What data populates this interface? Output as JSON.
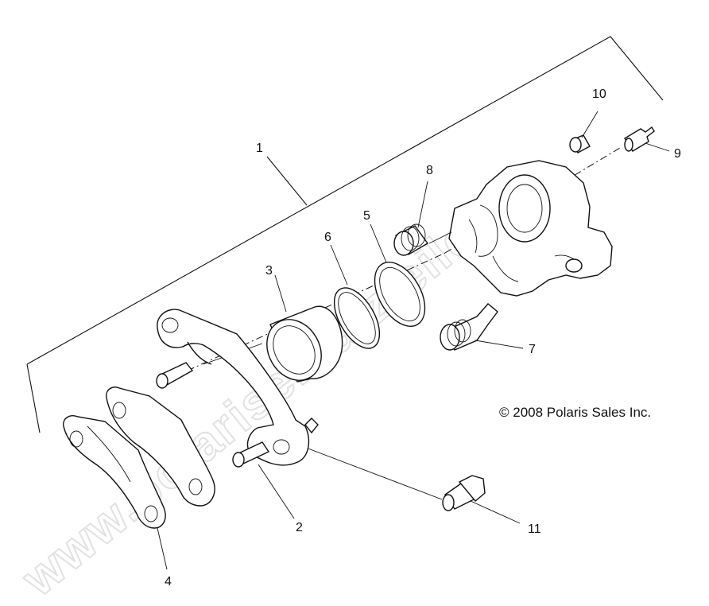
{
  "watermark": "www.polarisersatzteile.de",
  "copyright": "© 2008 Polaris Sales Inc.",
  "callouts": [
    "1",
    "2",
    "3",
    "4",
    "5",
    "6",
    "7",
    "8",
    "9",
    "10",
    "11"
  ],
  "parts": [
    {
      "name": "caliper-assembly",
      "callout": "1"
    },
    {
      "name": "bracket-caliper",
      "callout": "2"
    },
    {
      "name": "piston",
      "callout": "3"
    },
    {
      "name": "brake-pads",
      "callout": "4"
    },
    {
      "name": "seal-dust",
      "callout": "5"
    },
    {
      "name": "seal-piston",
      "callout": "6"
    },
    {
      "name": "pin-boot-7",
      "callout": "7"
    },
    {
      "name": "pin-boot-8",
      "callout": "8"
    },
    {
      "name": "bleeder-screw",
      "callout": "9"
    },
    {
      "name": "bleeder-cap",
      "callout": "10"
    },
    {
      "name": "mounting-bolt",
      "callout": "11"
    }
  ]
}
